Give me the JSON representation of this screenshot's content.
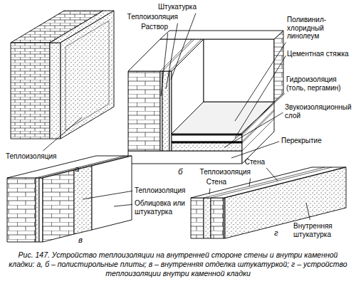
{
  "diagram": {
    "caption": "Рис. 147. Устройство теплоизоляции на внутренней стороне стены и внутри каменной кладки: а, б – полистирольные плиты; в – внутренняя отделка штукатуркой; г – устройство теплоизоляции внутри каменной кладки",
    "labels": [
      "Штукатурка",
      "Теплоизоляция",
      "Раствор",
      "Поливинил-хлоридный линолеум",
      "Цементная стяжка",
      "Гидроизоляция (толь, пергамин)",
      "Звукоизоляционный слой",
      "Перекрытие",
      "Теплоизоляция",
      "а",
      "б",
      "Стена",
      "Теплоизоляция",
      "Стена",
      "Теплоизоляция",
      "Облицовка или штукатурка",
      "Внутренняя штукатурка",
      "в",
      "г"
    ]
  }
}
